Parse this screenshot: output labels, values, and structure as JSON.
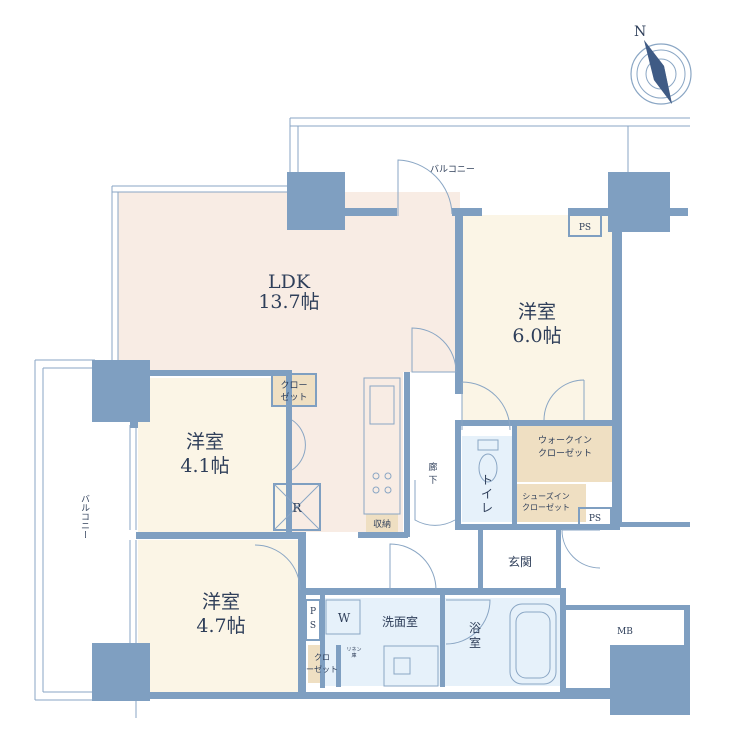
{
  "compass": {
    "letter": "N"
  },
  "balcony_top": "バルコニー",
  "balcony_left": "バルコニー",
  "ldk": {
    "name": "LDK",
    "size": "13.7帖"
  },
  "room_ne": {
    "name": "洋室",
    "size": "6.0帖"
  },
  "room_w": {
    "name": "洋室",
    "size": "4.1帖"
  },
  "room_sw": {
    "name": "洋室",
    "size": "4.7帖"
  },
  "closet_small": [
    "クロー",
    "ゼット"
  ],
  "walkin_closet": [
    "ウォークイン",
    "クローゼット"
  ],
  "shoes_closet": [
    "シューズイン",
    "クローゼット"
  ],
  "closet_bottom": [
    "クロ",
    "ーゼット"
  ],
  "ps_top": "PS",
  "ps_mid": "PS",
  "ps_left": [
    "P",
    "S"
  ],
  "r_label": "R",
  "storage": "収納",
  "corridor": [
    "廊",
    "下"
  ],
  "toilet": [
    "ト",
    "イ",
    "レ"
  ],
  "entrance": "玄関",
  "washroom": "洗面室",
  "w_label": "W",
  "bath": [
    "浴",
    "室"
  ],
  "linen": [
    "リネン",
    "庫"
  ],
  "mb": "MB",
  "colors": {
    "wall": "#7f9fc1",
    "ldk_floor": "#f8ece4",
    "room_floor": "#fbf5e6",
    "closet_floor": "#efdfc2",
    "wet_floor": "#e6f1fa",
    "text": "#2f3f5a"
  }
}
